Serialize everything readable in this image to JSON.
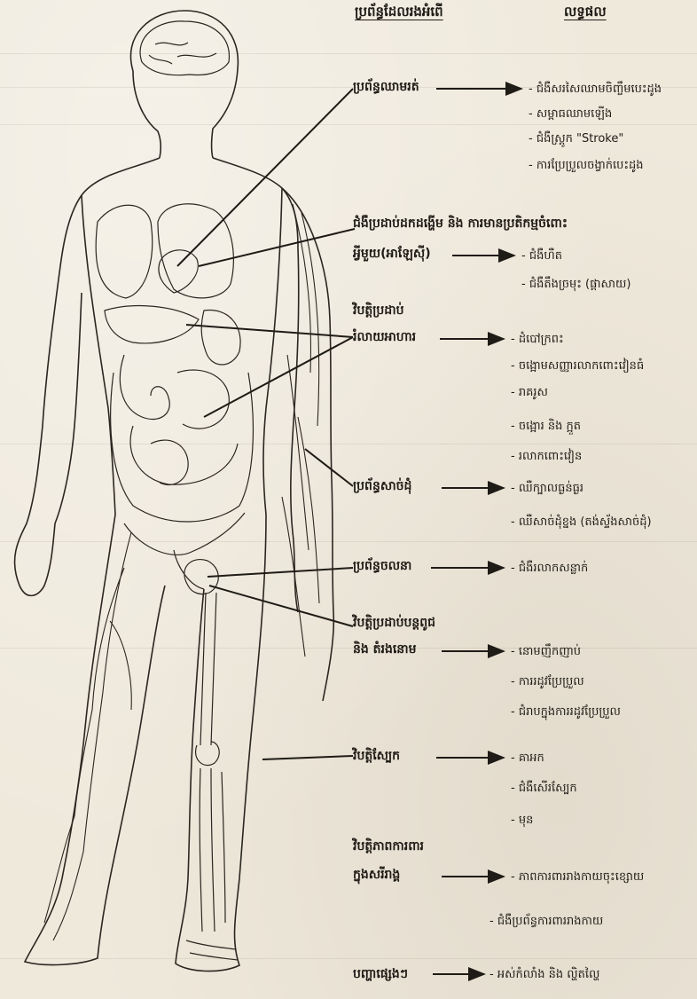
{
  "headers": {
    "causes": "ប្រព័ន្ធដែលរងអំពើ",
    "effects": "លទ្ធផល"
  },
  "groups": [
    {
      "label": "ប្រព័ន្ធឈាមរត់",
      "effects": [
        "ជំងឺសរសៃឈាមចិញ្ចឹមបេះដូង",
        "សម្ពាធឈាមឡើង",
        "ជំងឺស្រ្តូក \"Stroke\"",
        "ការប្រែប្រួលចង្វាក់បេះដូង"
      ]
    },
    {
      "label": "ជំងឺប្រដាប់ដកដង្ហើម និង ការមានប្រតិកម្មចំពោះ",
      "label2": "អ្វីមួយ(អាឡែស៊ី)",
      "effects": [
        "ជំងឺហឺត",
        "ជំងឺតឹងច្រមុះ (ផ្តាសាយ)"
      ]
    },
    {
      "label": "វិបត្តិប្រដាប់",
      "label2": "រំលាយអាហារ",
      "effects": [
        "ដំបៅក្រពះ",
        "ចង្អោមសញ្ញារលាកពោះវៀនធំ",
        "រាគរូស",
        "ចង្អោរ និង ក្អួត",
        "រលាកពោះវៀន"
      ]
    },
    {
      "label": "ប្រព័ន្ធសាច់ដុំ",
      "effects": [
        "ឈឺក្បាលធ្ងន់ធ្ងរ",
        "ឈឺសាច់ដុំខ្នង (តង់ស្ទ័ងសាច់ដុំ)"
      ]
    },
    {
      "label": "ប្រព័ន្ធចលនា",
      "effects": [
        "ជំងឺរលាកសន្លាក់"
      ]
    },
    {
      "label": "វិបត្តិប្រដាប់បន្តពូជ",
      "label2": "និង តំរងនោម",
      "effects": [
        "នោមញឹកញាប់",
        "ការរដូវប្រែប្រួល",
        "ជំរាបក្នុងការរដូវប្រែប្រួល"
      ]
    },
    {
      "label": "វិបត្តិស្បែក",
      "effects": [
        "គាអក",
        "ជំងឺសើរស្បែក",
        "មុន"
      ]
    },
    {
      "label": "វិបត្តិភាពការពារ",
      "label2": "ក្នុងសរីរាង្គ",
      "effects": [
        "ភាពការពាររាងកាយចុះខ្សោយ",
        "ជំងឺប្រព័ន្ធការពាររាងកាយ"
      ]
    },
    {
      "label": "បញ្ហាផ្សេងៗ",
      "effects": [
        "អស់កំលាំង និង ល្ហិតល្ហៃ"
      ]
    }
  ]
}
